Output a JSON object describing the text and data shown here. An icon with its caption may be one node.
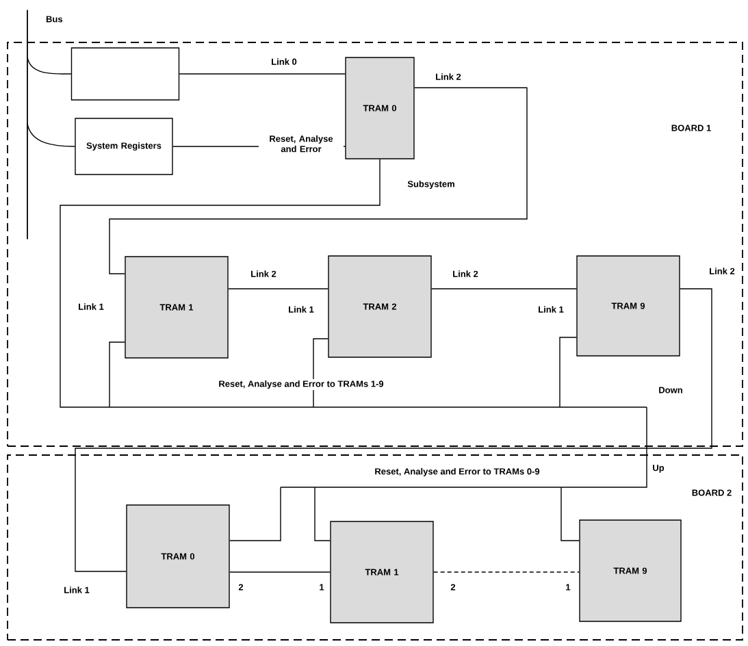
{
  "diagram": {
    "nodes": [
      {
        "text": [
          "BOARD 1"
        ]
      },
      {
        "text": [
          "BOARD 2"
        ]
      },
      {
        "text": [
          "Bus"
        ]
      },
      {
        "text": [],
        "shape": "box",
        "in": 0
      },
      {
        "text": [
          "System Registers"
        ],
        "in": 0
      },
      {
        "text": [
          "TRAM 0"
        ],
        "in": 0
      },
      {
        "text": [
          "TRAM 1"
        ],
        "in": 0
      },
      {
        "text": [
          "TRAM 2"
        ],
        "in": 0
      },
      {
        "text": [
          "TRAM 9"
        ],
        "in": 0
      },
      {
        "text": [
          "TRAM 0"
        ],
        "in": 1
      },
      {
        "text": [
          "TRAM 1"
        ],
        "in": 1
      },
      {
        "text": [
          "TRAM 9"
        ],
        "in": 1
      }
    ],
    "edges": [
      {
        "from": 2,
        "to": 3,
        "arrow": "none"
      },
      {
        "from": 2,
        "to": 4,
        "arrow": "none"
      },
      {
        "from": 3,
        "to": 5,
        "arrow": "none",
        "label": "Link 0"
      },
      {
        "from": 4,
        "to": 5,
        "arrow": "none",
        "label": "Reset, Analyse and Error"
      },
      {
        "from": 5,
        "to": 6,
        "arrow": "none"
      },
      {
        "from": 6,
        "to": 7,
        "arrow": "none"
      },
      {
        "from": 7,
        "to": 8,
        "arrow": "none"
      },
      {
        "from": 8,
        "to": 9,
        "arrow": "none"
      },
      {
        "from": 9,
        "to": 10,
        "arrow": "none"
      },
      {
        "from": 10,
        "to": 11,
        "arrow": "none",
        "style": "dashed"
      },
      {
        "from": 5,
        "to": 6,
        "arrow": "none",
        "label": "Reset, Analyse and Error to TRAMs 1-9"
      },
      {
        "from": 5,
        "to": 7,
        "arrow": "none"
      },
      {
        "from": 5,
        "to": 8,
        "arrow": "none"
      },
      {
        "from": 5,
        "to": 9,
        "arrow": "none",
        "label": "Reset, Analyse and Error to TRAMs 0-9"
      },
      {
        "from": 5,
        "to": 10,
        "arrow": "none"
      },
      {
        "from": 5,
        "to": 11,
        "arrow": "none"
      }
    ],
    "labels": [
      "Link 2",
      "Subsystem",
      "Link 2",
      "Link 2",
      "Link 2",
      "Link 1",
      "Link 1",
      "Link 1",
      "Down",
      "Up",
      "Link 1",
      "2",
      "1",
      "2",
      "1"
    ]
  }
}
